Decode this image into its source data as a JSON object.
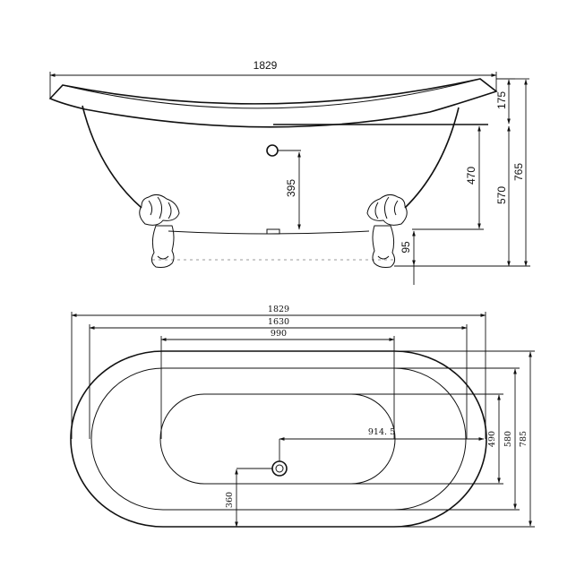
{
  "side_view": {
    "length": "1829",
    "rim_height": "175",
    "overall_height": "765",
    "depth": "570",
    "inner_depth": "470",
    "drain_height": "395",
    "foot_height": "95"
  },
  "top_view": {
    "length": "1829",
    "inner_length": "1630",
    "bottom_length": "990",
    "drain_offset": "914. 5",
    "width_490": "490",
    "width_580": "580",
    "width_785": "785",
    "drain_side": "360"
  }
}
